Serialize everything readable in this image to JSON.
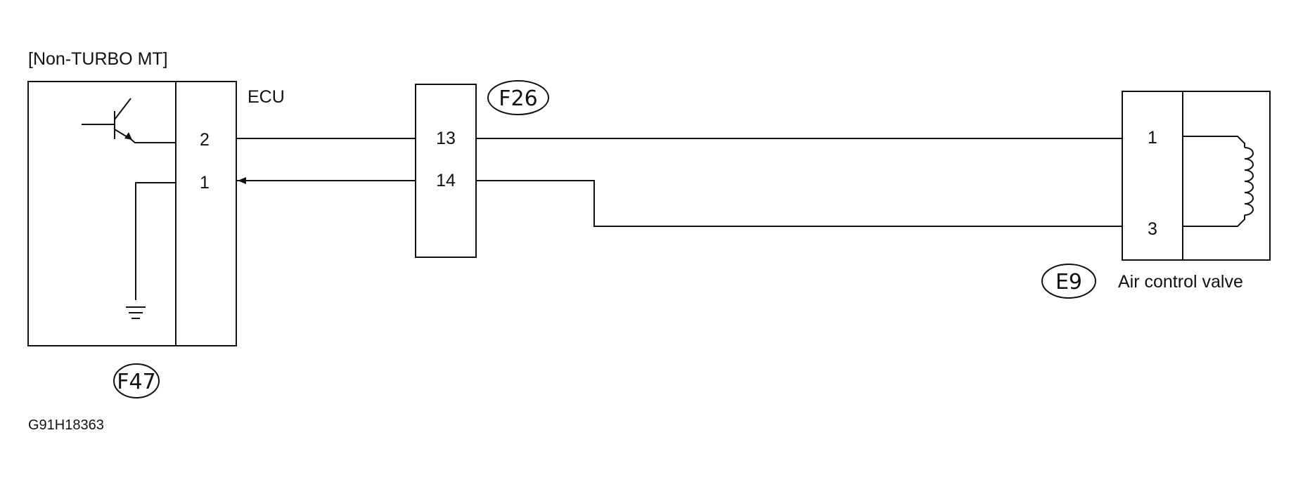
{
  "diagram": {
    "variant_label": "[Non-TURBO MT]",
    "ecu": {
      "label": "ECU",
      "connector_id": "F47",
      "pins": [
        "2",
        "1"
      ]
    },
    "intermediate_connector": {
      "connector_id": "F26",
      "pins": [
        "13",
        "14"
      ]
    },
    "air_control_valve": {
      "label": "Air control valve",
      "connector_id": "E9",
      "pins": [
        "1",
        "3"
      ]
    },
    "figure_code": "G91H18363"
  }
}
